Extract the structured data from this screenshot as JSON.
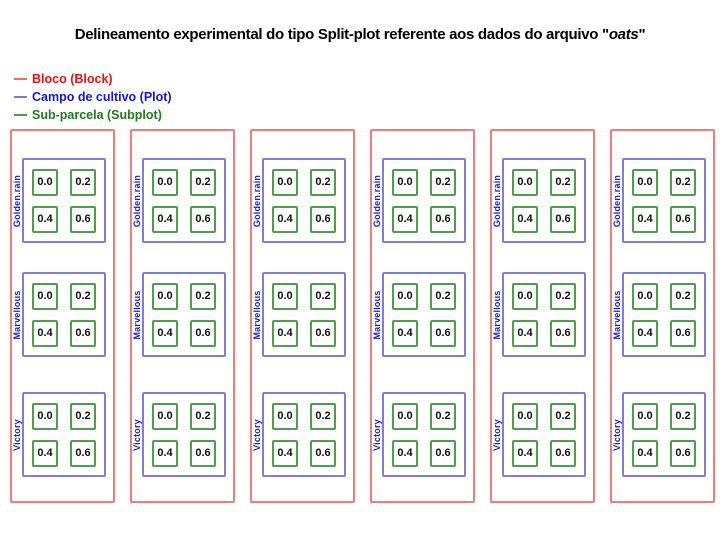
{
  "title": {
    "prefix": "Delineamento experimental do tipo Split-plot referente aos dados do arquivo \"",
    "emphasis": "oats",
    "suffix": "\""
  },
  "legend": {
    "items": [
      {
        "label": "Bloco (Block)",
        "line_color": "#f26b6b",
        "label_color": "#ee1111"
      },
      {
        "label": "Campo de cultivo (Plot)",
        "line_color": "#7b7bdf",
        "label_color": "#1414e6"
      },
      {
        "label": "Sub-parcela (Subplot)",
        "line_color": "#4f9e4f",
        "label_color": "#1e7d1e"
      }
    ]
  },
  "diagram": {
    "block_border_color": "#f27b7b",
    "plot_border_color": "#7e7ee0",
    "subplot_border_color": "#4f9e4f",
    "plot_label_color": "#1b1be6",
    "blocks": [
      {
        "plots": [
          {
            "variety": "Golden.rain",
            "subplots": [
              "0.0",
              "0.2",
              "0.4",
              "0.6"
            ]
          },
          {
            "variety": "Marvellous",
            "subplots": [
              "0.0",
              "0.2",
              "0.4",
              "0.6"
            ]
          },
          {
            "variety": "Victory",
            "subplots": [
              "0.0",
              "0.2",
              "0.4",
              "0.6"
            ]
          }
        ]
      },
      {
        "plots": [
          {
            "variety": "Golden.rain",
            "subplots": [
              "0.0",
              "0.2",
              "0.4",
              "0.6"
            ]
          },
          {
            "variety": "Marvellous",
            "subplots": [
              "0.0",
              "0.2",
              "0.4",
              "0.6"
            ]
          },
          {
            "variety": "Victory",
            "subplots": [
              "0.0",
              "0.2",
              "0.4",
              "0.6"
            ]
          }
        ]
      },
      {
        "plots": [
          {
            "variety": "Golden.rain",
            "subplots": [
              "0.0",
              "0.2",
              "0.4",
              "0.6"
            ]
          },
          {
            "variety": "Marvellous",
            "subplots": [
              "0.0",
              "0.2",
              "0.4",
              "0.6"
            ]
          },
          {
            "variety": "Victory",
            "subplots": [
              "0.0",
              "0.2",
              "0.4",
              "0.6"
            ]
          }
        ]
      },
      {
        "plots": [
          {
            "variety": "Golden.rain",
            "subplots": [
              "0.0",
              "0.2",
              "0.4",
              "0.6"
            ]
          },
          {
            "variety": "Marvellous",
            "subplots": [
              "0.0",
              "0.2",
              "0.4",
              "0.6"
            ]
          },
          {
            "variety": "Victory",
            "subplots": [
              "0.0",
              "0.2",
              "0.4",
              "0.6"
            ]
          }
        ]
      },
      {
        "plots": [
          {
            "variety": "Golden.rain",
            "subplots": [
              "0.0",
              "0.2",
              "0.4",
              "0.6"
            ]
          },
          {
            "variety": "Marvellous",
            "subplots": [
              "0.0",
              "0.2",
              "0.4",
              "0.6"
            ]
          },
          {
            "variety": "Victory",
            "subplots": [
              "0.0",
              "0.2",
              "0.4",
              "0.6"
            ]
          }
        ]
      },
      {
        "plots": [
          {
            "variety": "Golden.rain",
            "subplots": [
              "0.0",
              "0.2",
              "0.4",
              "0.6"
            ]
          },
          {
            "variety": "Marvellous",
            "subplots": [
              "0.0",
              "0.2",
              "0.4",
              "0.6"
            ]
          },
          {
            "variety": "Victory",
            "subplots": [
              "0.0",
              "0.2",
              "0.4",
              "0.6"
            ]
          }
        ]
      }
    ]
  }
}
